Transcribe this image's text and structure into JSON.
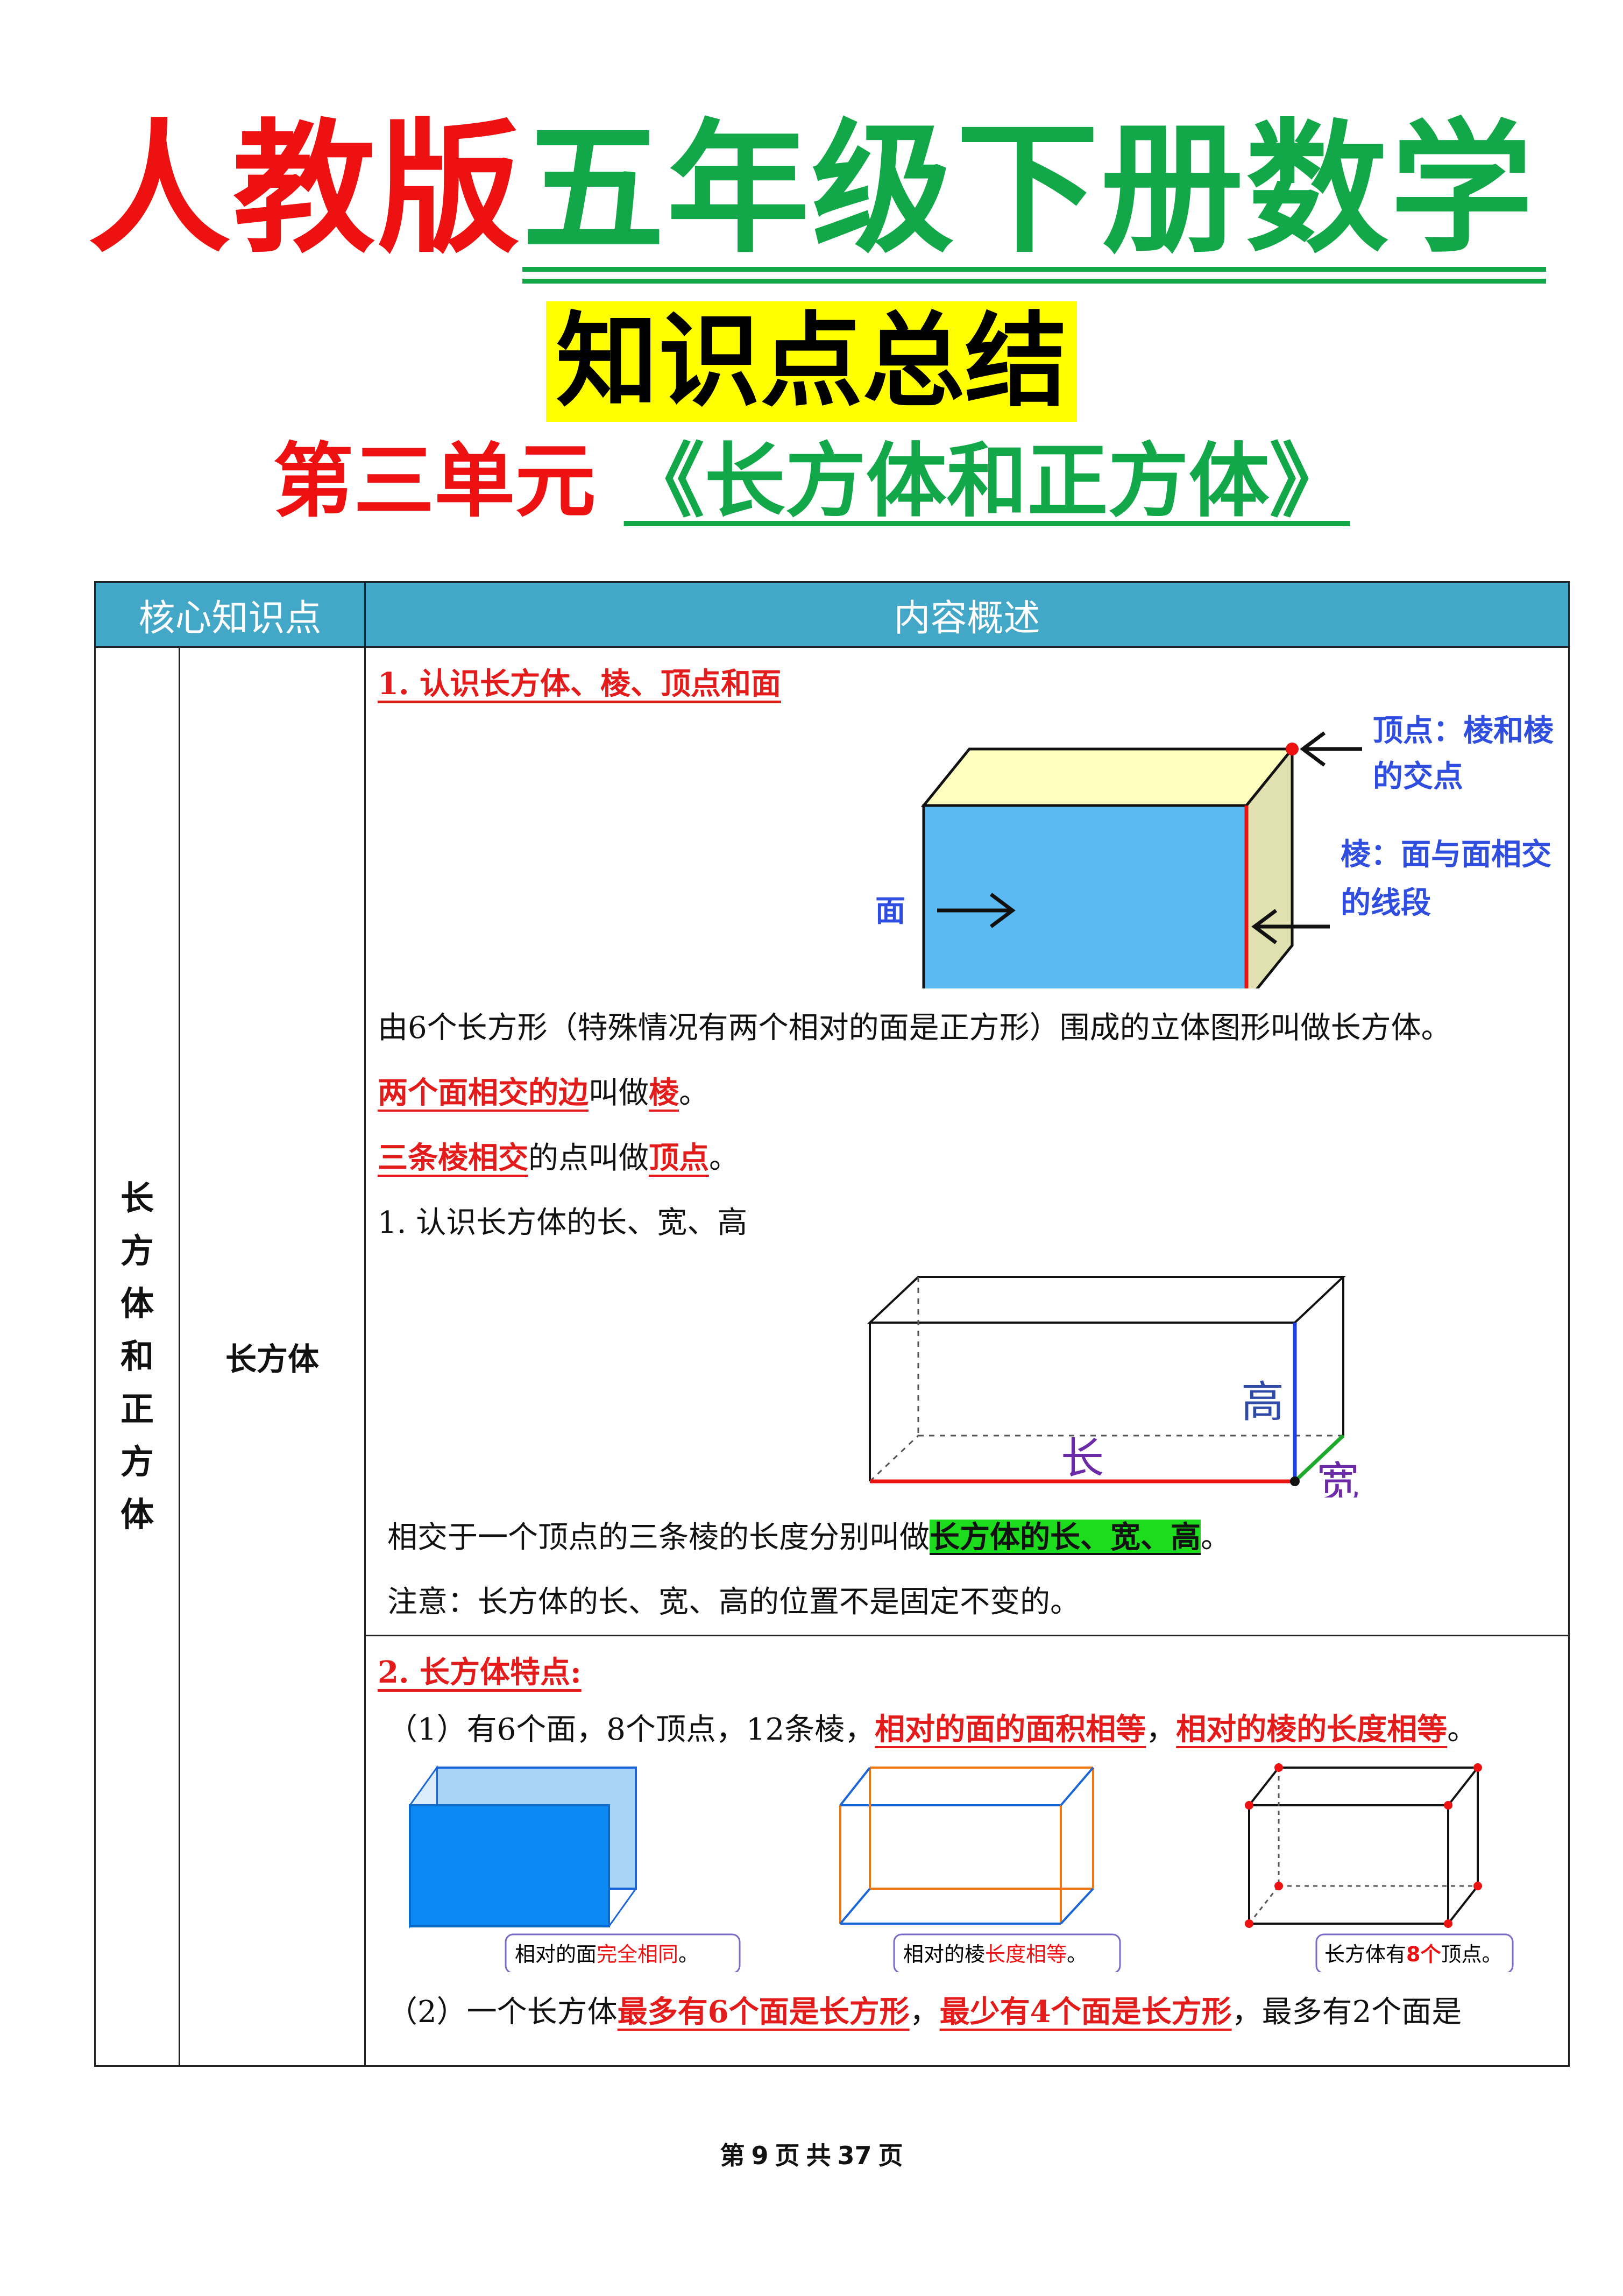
{
  "title": {
    "part1": "人教版",
    "part2": "五年级下册数学",
    "badge": "知识点总结",
    "unit": "第三单元",
    "unit_name": "《长方体和正方体》"
  },
  "table": {
    "headers": [
      "核心知识点",
      "内容概述"
    ],
    "topic_chars": [
      "长",
      "方",
      "体",
      "和",
      "正",
      "方",
      "体"
    ],
    "subtopic": "长方体",
    "section1": {
      "heading": "1. 认识长方体、棱、顶点和面",
      "diagram_labels": {
        "vertex_1": "顶点：棱和棱",
        "vertex_2": "的交点",
        "face": "面",
        "edge_1": "棱：面与面相交",
        "edge_2": "的线段"
      },
      "p1": "由6个长方形（特殊情况有两个相对的面是正方形）围成的立体图形叫做长方体。",
      "p2_red": "两个面相交的边",
      "p2_mid": "叫做",
      "p2_term": "棱",
      "p2_end": "。",
      "p3_red": "三条棱相交",
      "p3_mid": "的点叫做",
      "p3_term": "顶点",
      "p3_end": "。",
      "p4": "1. 认识长方体的长、宽、高",
      "dim_labels": {
        "height": "高",
        "length": "长",
        "width": "宽"
      },
      "p5_pre": "相交于一个顶点的三条棱的长度分别叫做",
      "p5_hl": "长方体的长、宽、高",
      "p5_end": "。",
      "p6": "注意：长方体的长、宽、高的位置不是固定不变的。"
    },
    "section2": {
      "heading": "2. 长方体特点:",
      "l1_pre": "（1）有6个面，8个顶点，12条棱，",
      "l1_red1": "相对的面的面积相等",
      "l1_sep": "，",
      "l1_red2": "相对的棱的长度相等",
      "l1_end": "。",
      "bubble1_pre": "相对的面",
      "bubble1_hl": "完全相同",
      "bubble1_end": "。",
      "bubble2_pre": "相对的棱",
      "bubble2_hl": "长度相等",
      "bubble2_end": "。",
      "bubble3_pre": "长方体有",
      "bubble3_hl": "8个",
      "bubble3_end": "顶点。",
      "l2_pre": "（2）一个长方体",
      "l2_red1": "最多有6个面是长方形",
      "l2_sep": "，",
      "l2_red2": "最少有4个面是长方形",
      "l2_end": "，最多有2个面是"
    }
  },
  "footer": {
    "label1": "第",
    "page": "9",
    "label2": "页",
    "label3": "共",
    "total": "37",
    "label4": "页"
  },
  "colors": {
    "red": "#ee1111",
    "green": "#12a84a",
    "header_bg": "#43a7c8",
    "highlight_yellow": "#ffff00",
    "highlight_green": "#1ddc1d"
  }
}
